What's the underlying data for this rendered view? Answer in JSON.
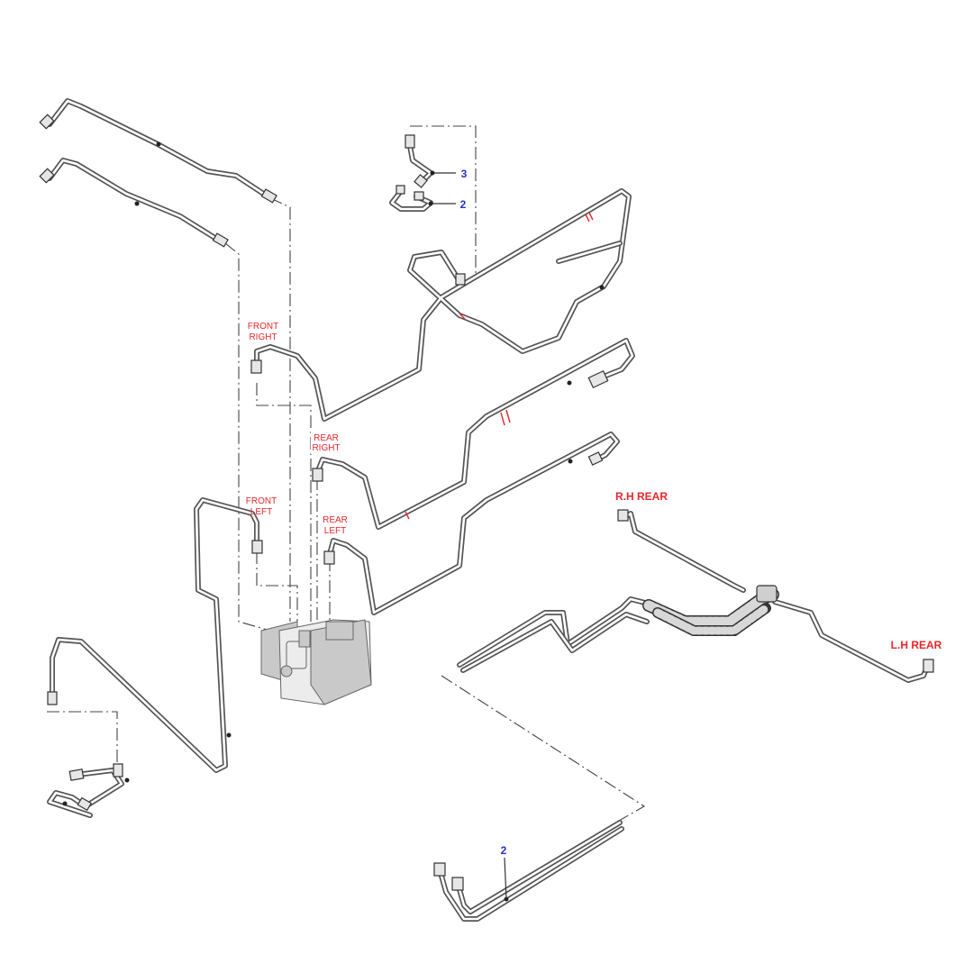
{
  "labels": {
    "front_right_line1": "FRONT",
    "front_right_line2": "RIGHT",
    "rear_right_line1": "REAR",
    "rear_right_line2": "RIGHT",
    "front_left_line1": "FRONT",
    "front_left_line2": "LEFT",
    "rear_left_line1": "REAR",
    "rear_left_line2": "LEFT",
    "rh_rear": "R.H REAR",
    "lh_rear": "L.H REAR"
  },
  "callouts": {
    "item_3": "3",
    "item_2_top": "2",
    "item_2_bottom": "2"
  },
  "colors": {
    "label_red": "#e8262b",
    "callout_blue": "#2233cc",
    "pipe": "#555555"
  }
}
